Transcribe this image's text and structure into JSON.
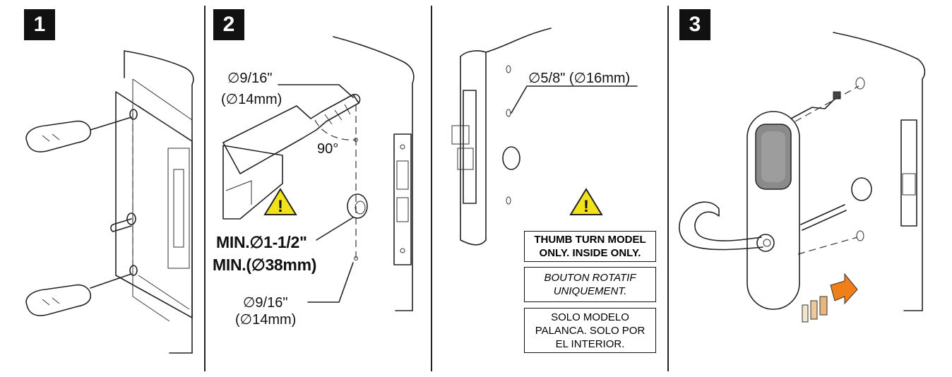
{
  "steps": {
    "step1": {
      "number": "1"
    },
    "step2": {
      "number": "2"
    },
    "step3": {
      "number": "3"
    }
  },
  "panel2": {
    "top_hole_diameter": "∅9/16\"",
    "top_hole_metric": "(∅14mm)",
    "angle": "90°",
    "min_hole_imperial": "MIN.∅1-1/2\"",
    "min_hole_metric": "MIN.(∅38mm)",
    "bottom_hole_diameter": "∅9/16\"",
    "bottom_hole_metric": "(∅14mm)"
  },
  "panel_thumbturn": {
    "hole_diameter": "∅5/8\" (∅16mm)",
    "note_en_line1": "THUMB TURN MODEL",
    "note_en_line2": "ONLY. INSIDE ONLY.",
    "note_fr_line1": "BOUTON ROTATIF",
    "note_fr_line2": "UNIQUEMENT.",
    "note_es_line1": "SOLO MODELO",
    "note_es_line2": "PALANCA. SOLO POR",
    "note_es_line3": "EL INTERIOR."
  },
  "colors": {
    "badge": "#111111",
    "warning_fill": "#f2e21a",
    "arrow_orange": "#f07f1a",
    "arrow_tan": "#e8b57c",
    "reader_gray": "#8a8a8a"
  }
}
